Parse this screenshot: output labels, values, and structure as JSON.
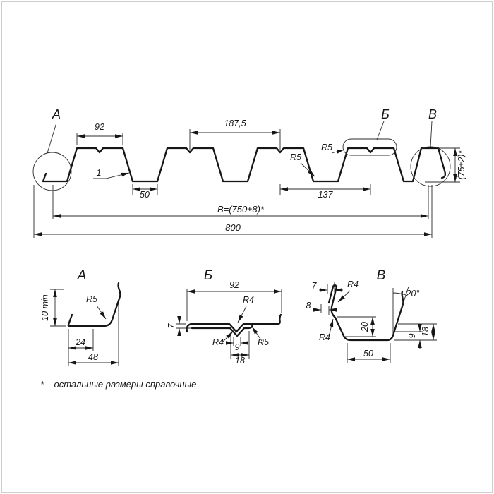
{
  "page": {
    "footnote": "* – остальные размеры справочные"
  },
  "main": {
    "label_a": "А",
    "label_b": "Б",
    "label_v": "В",
    "dim_92": "92",
    "dim_187_5": "187,5",
    "dim_r5_a": "R5",
    "dim_r5_b": "R5",
    "dim_thickness": "1",
    "dim_50": "50",
    "dim_137": "137",
    "dim_working_width": "B=(750±8)*",
    "dim_overall": "800",
    "dim_height": "(75±2)*"
  },
  "detail_a": {
    "title": "А",
    "dim_10min": "10 min",
    "dim_r5": "R5",
    "dim_24": "24",
    "dim_48": "48"
  },
  "detail_b": {
    "title": "Б",
    "dim_92": "92",
    "dim_r4_top": "R4",
    "dim_7": "7",
    "dim_r4_left": "R4",
    "dim_9": "9",
    "dim_r5": "R5",
    "dim_18": "18"
  },
  "detail_v": {
    "title": "В",
    "dim_7": "7",
    "dim_r4_top": "R4",
    "dim_8": "8",
    "dim_r4_left": "R4",
    "dim_angle": "20°",
    "dim_20": "20",
    "dim_50": "50",
    "dim_9": "9",
    "dim_18": "18"
  }
}
